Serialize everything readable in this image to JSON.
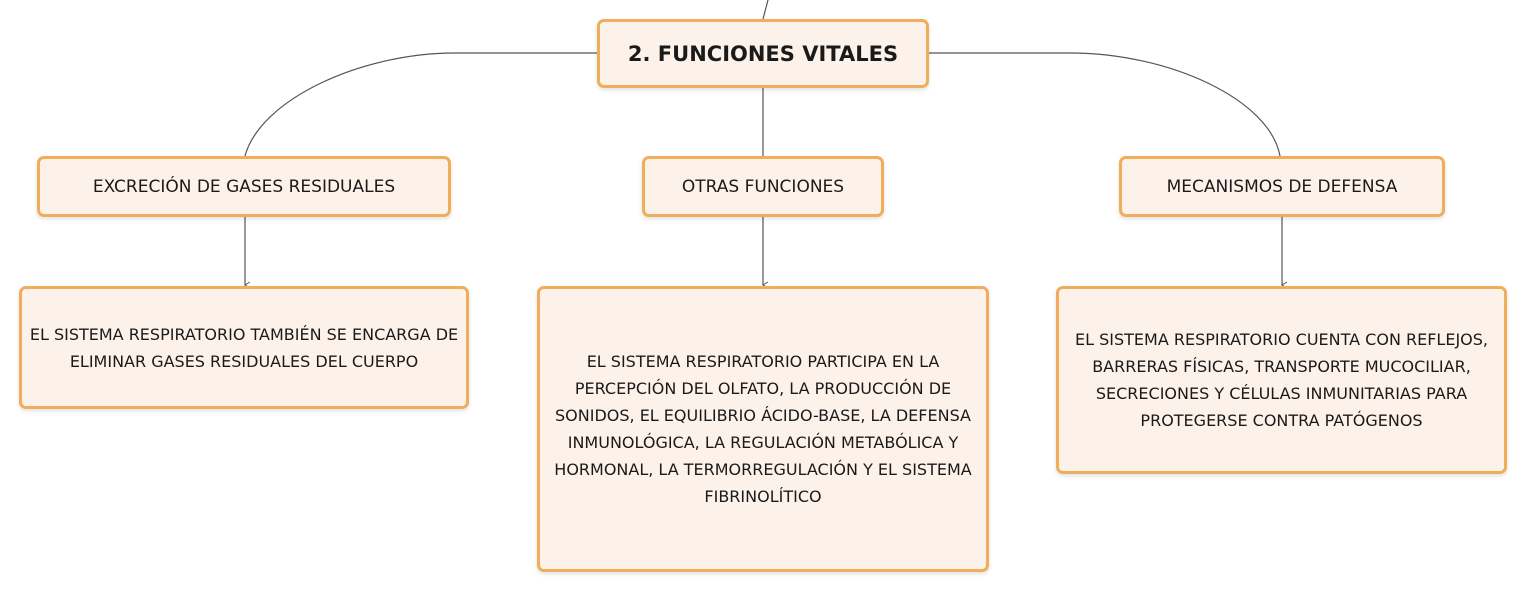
{
  "root": {
    "title": "2. FUNCIONES VITALES"
  },
  "branches": [
    {
      "label": "EXCRECIÓN DE GASES RESIDUALES",
      "detail": "EL SISTEMA RESPIRATORIO TAMBIÉN SE ENCARGA DE ELIMINAR GASES RESIDUALES DEL CUERPO"
    },
    {
      "label": "OTRAS FUNCIONES",
      "detail": "EL SISTEMA RESPIRATORIO PARTICIPA EN LA PERCEPCIÓN DEL OLFATO, LA PRODUCCIÓN DE SONIDOS, EL EQUILIBRIO ÁCIDO-BASE, LA DEFENSA INMUNOLÓGICA, LA REGULACIÓN METABÓLICA Y HORMONAL, LA TERMORREGULACIÓN Y EL SISTEMA FIBRINOLÍTICO"
    },
    {
      "label": "MECANISMOS DE DEFENSA",
      "detail": "EL SISTEMA RESPIRATORIO CUENTA CON REFLEJOS, BARRERAS FÍSICAS, TRANSPORTE MUCOCILIAR, SECRECIONES Y CÉLULAS INMUNITARIAS PARA PROTEGERSE CONTRA PATÓGENOS"
    }
  ],
  "colors": {
    "node_fill": "#fdf2ea",
    "node_border": "#f0ad5c",
    "connector": "#555555"
  }
}
